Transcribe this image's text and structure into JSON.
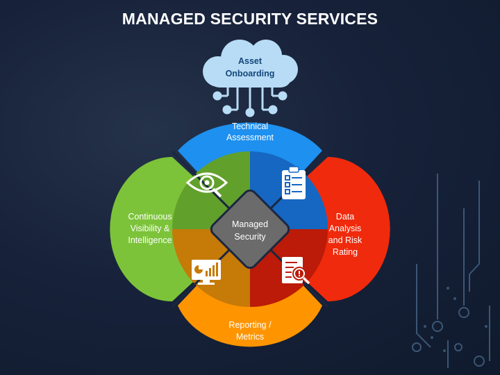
{
  "title": "MANAGED SECURITY SERVICES",
  "cloud": {
    "line1": "Asset",
    "line2": "Onboarding",
    "icon": "cloud-network-icon"
  },
  "center": {
    "line1": "Managed",
    "line2": "Security"
  },
  "petals": {
    "top": {
      "line1": "Technical",
      "line2": "Assessment",
      "color": "#1e90ef"
    },
    "left": {
      "line1": "Continuous",
      "line2": "Visibility &",
      "line3": "Intelligence",
      "color": "#7cc33a"
    },
    "right": {
      "line1": "Data",
      "line2": "Analysis",
      "line3": "and Risk",
      "line4": "Rating",
      "color": "#f02a0c"
    },
    "bottom": {
      "line1": "Reporting /",
      "line2": "Metrics",
      "color": "#fe9500"
    }
  },
  "quadrants": {
    "top_left": {
      "icon": "eye-magnifier-icon",
      "color": "#62a02c"
    },
    "top_right": {
      "icon": "checklist-clipboard-icon",
      "color": "#1567c2"
    },
    "bottom_left": {
      "icon": "monitor-chart-icon",
      "color": "#c67a08"
    },
    "bottom_right": {
      "icon": "risk-report-icon",
      "color": "#bb1b08"
    }
  },
  "center_color": "#6b6b6b"
}
